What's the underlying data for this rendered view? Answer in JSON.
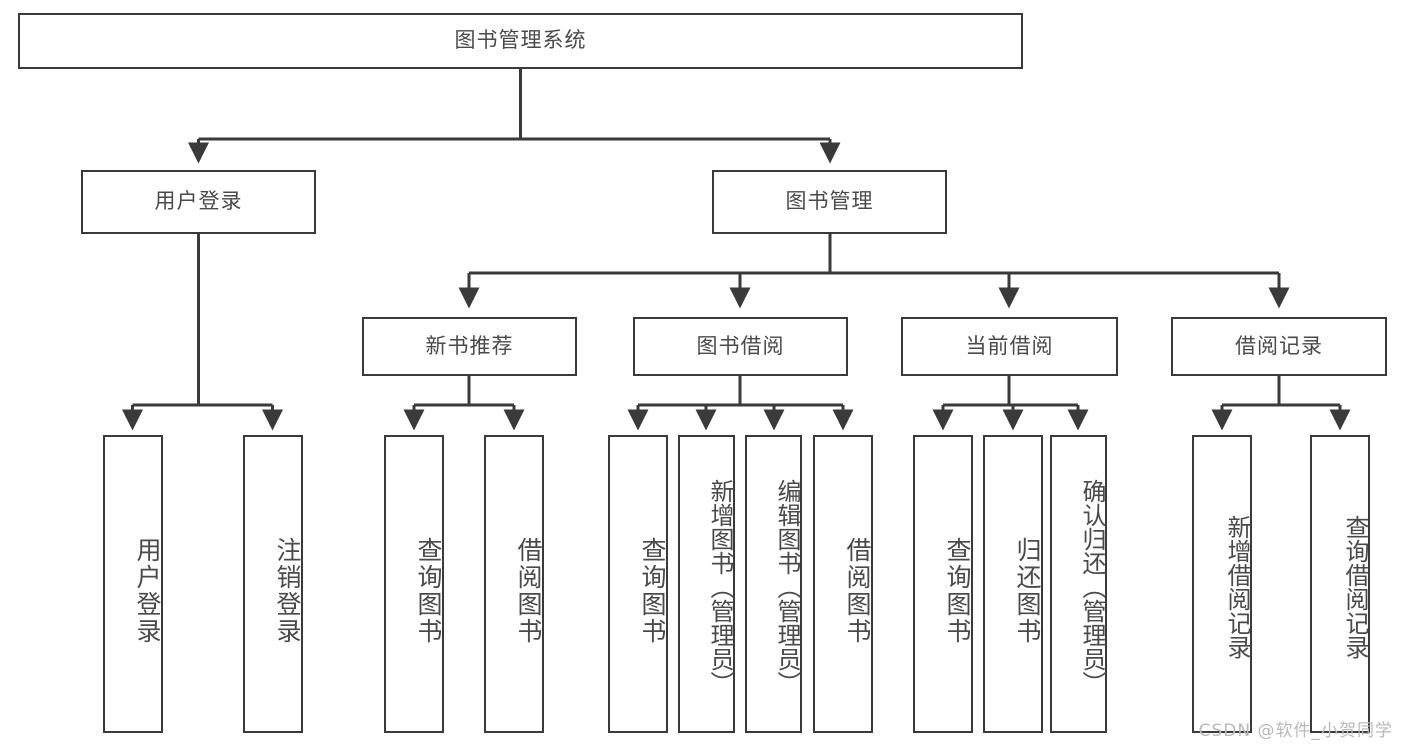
{
  "diagram": {
    "type": "tree",
    "title": "图书管理系统",
    "watermark": "CSDN @软件_小贺同学",
    "colors": {
      "stroke": "#3a3a3a",
      "text": "#4a4a4a",
      "background": "#ffffff",
      "watermark": "#b9b9b9"
    },
    "nodes": {
      "root": {
        "label": "图书管理系统"
      },
      "level2": [
        {
          "id": "user-login",
          "label": "用户登录"
        },
        {
          "id": "book-manage",
          "label": "图书管理"
        }
      ],
      "level3": [
        {
          "id": "new-book-rec",
          "label": "新书推荐"
        },
        {
          "id": "book-borrow",
          "label": "图书借阅"
        },
        {
          "id": "current-borrow",
          "label": "当前借阅"
        },
        {
          "id": "borrow-record",
          "label": "借阅记录"
        }
      ],
      "leaves": [
        {
          "id": "leaf-user-login",
          "label": "用户登录",
          "parent": "用户登录"
        },
        {
          "id": "leaf-user-logout",
          "label": "注销登录",
          "parent": "用户登录"
        },
        {
          "id": "leaf-query-book-1",
          "label": "查询图书",
          "parent": "新书推荐"
        },
        {
          "id": "leaf-borrow-book-1",
          "label": "借阅图书",
          "parent": "新书推荐"
        },
        {
          "id": "leaf-query-book-2",
          "label": "查询图书",
          "parent": "图书借阅"
        },
        {
          "id": "leaf-add-book",
          "label": "新增图书（管理员）",
          "parent": "图书借阅"
        },
        {
          "id": "leaf-edit-book",
          "label": "编辑图书（管理员）",
          "parent": "图书借阅"
        },
        {
          "id": "leaf-borrow-book-2",
          "label": "借阅图书",
          "parent": "图书借阅"
        },
        {
          "id": "leaf-query-book-3",
          "label": "查询图书",
          "parent": "当前借阅"
        },
        {
          "id": "leaf-return-book",
          "label": "归还图书",
          "parent": "当前借阅"
        },
        {
          "id": "leaf-confirm-return",
          "label": "确认归还（管理员）",
          "parent": "当前借阅"
        },
        {
          "id": "leaf-add-record",
          "label": "新增借阅记录",
          "parent": "借阅记录"
        },
        {
          "id": "leaf-query-record",
          "label": "查询借阅记录",
          "parent": "借阅记录"
        }
      ]
    }
  }
}
